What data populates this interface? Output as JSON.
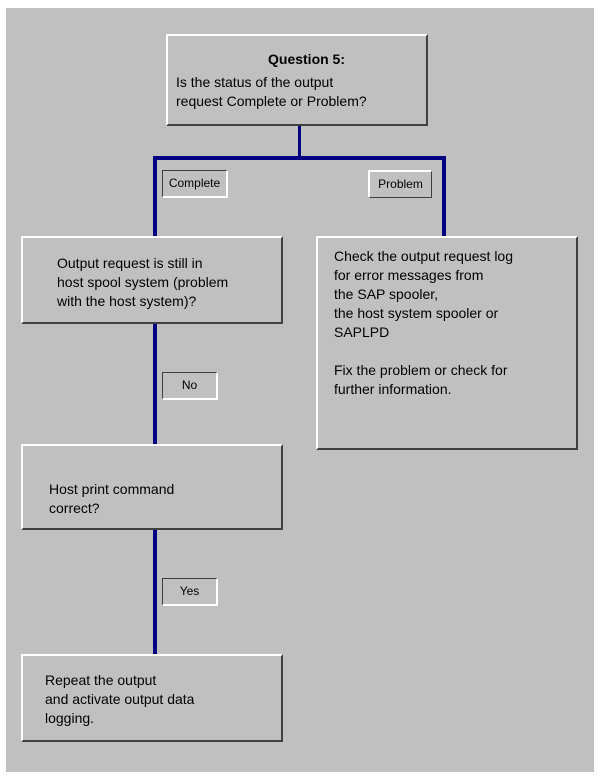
{
  "question": {
    "title": "Question 5:",
    "text": "Is the status of the output\nrequest Complete or Problem?"
  },
  "branches": {
    "complete_label": "Complete",
    "problem_label": "Problem"
  },
  "left": {
    "host_spool": "Output request is still in\nhost spool system (problem\nwith the host system)?",
    "no_label": "No",
    "print_command": "Host print command\ncorrect?",
    "yes_label": "Yes",
    "repeat": "Repeat the output\nand activate output data\nlogging."
  },
  "right": {
    "check_log": "Check the output request log\nfor error messages from\nthe SAP spooler,\nthe host system spooler or\nSAPLPD\n\nFix the problem or check for\nfurther information."
  },
  "colors": {
    "background": "#c0c0c0",
    "connector": "#000080"
  }
}
